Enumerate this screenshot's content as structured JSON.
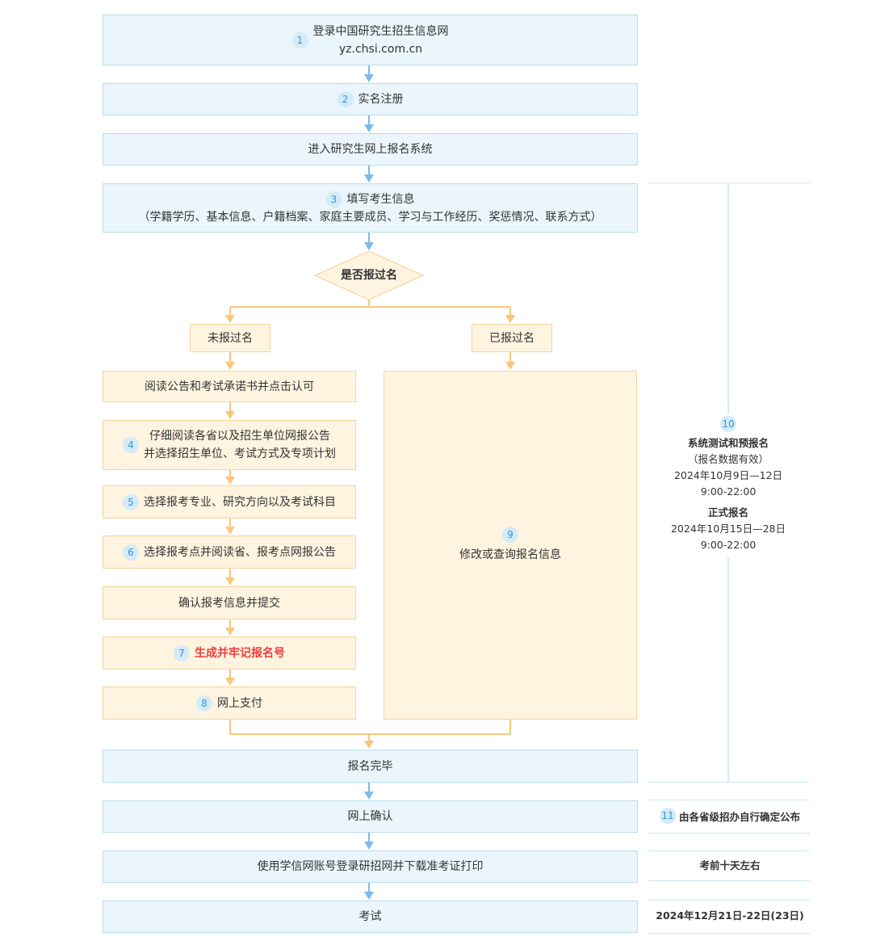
{
  "steps": {
    "login": {
      "num": "1",
      "line1": "登录中国研究生招生信息网",
      "line2": "yz.chsi.com.cn"
    },
    "register": {
      "num": "2",
      "label": "实名注册"
    },
    "enter": {
      "label": "进入研究生网上报名系统"
    },
    "fill": {
      "num": "3",
      "line1": "填写考生信息",
      "line2": "（学籍学历、基本信息、户籍档案、家庭主要成员、学习与工作经历、奖惩情况、联系方式）"
    },
    "decision": {
      "label": "是否报过名"
    },
    "not_registered": {
      "label": "未报过名"
    },
    "registered": {
      "label": "已报过名"
    },
    "read_notice": {
      "label": "阅读公告和考试承诺书并点击认可"
    },
    "read_province": {
      "num": "4",
      "line1": "仔细阅读各省以及招生单位网报公告",
      "line2": "并选择招生单位、考试方式及专项计划"
    },
    "select_major": {
      "num": "5",
      "label": "选择报考专业、研究方向以及考试科目"
    },
    "select_site": {
      "num": "6",
      "label": "选择报考点并阅读省、报考点网报公告"
    },
    "confirm_submit": {
      "label": "确认报考信息并提交"
    },
    "generate_number": {
      "num": "7",
      "label": "生成并牢记报名号"
    },
    "pay": {
      "num": "8",
      "label": "网上支付"
    },
    "modify": {
      "num": "9",
      "label": "修改或查询报名信息"
    },
    "complete": {
      "label": "报名完毕"
    },
    "online_confirm": {
      "label": "网上确认"
    },
    "download": {
      "label": "使用学信网账号登录研招网并下载准考证打印"
    },
    "exam": {
      "label": "考试"
    }
  },
  "side": {
    "num10": "10",
    "pre_title": "系统测试和预报名",
    "pre_note": "（报名数据有效）",
    "pre_date": "2024年10月9日—12日",
    "pre_time": "9:00-22:00",
    "formal_title": "正式报名",
    "formal_date": "2024年10月15日—28日",
    "formal_time": "9:00-22:00",
    "num11": "11",
    "confirm_note": "由各省级招办自行确定公布",
    "admit_note": "考前十天左右",
    "exam_date": "2024年12月21日-22日(23日)"
  },
  "colors": {
    "blue_fill": "#eaf6fc",
    "blue_border": "#b6ddf0",
    "blue_arrow": "#7db9ec",
    "orange_fill": "#fff4e0",
    "orange_border": "#f6d49a",
    "orange_arrow": "#f8c77a",
    "highlight_red": "#f03c3c"
  }
}
